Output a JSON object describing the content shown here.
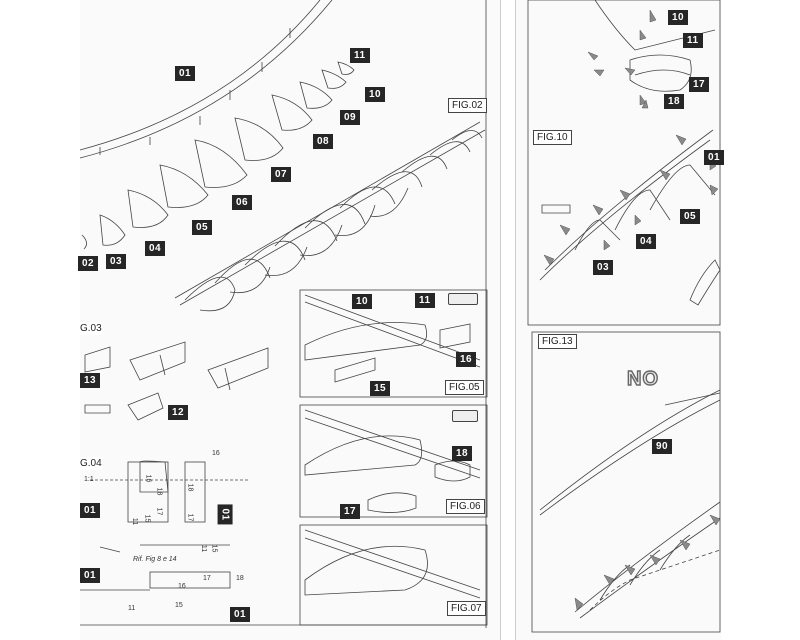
{
  "left_page": {
    "part_labels": {
      "p01_top": "01",
      "p02": "02",
      "p03": "03",
      "p04": "04",
      "p05": "05",
      "p06": "06",
      "p07": "07",
      "p08": "08",
      "p09": "09",
      "p10": "10",
      "p11": "11",
      "p10_fig05": "10",
      "p11_fig05": "11",
      "p15_fig05": "15",
      "p16_fig05": "16",
      "p13_fig03": "13",
      "p12_fig03": "12",
      "p18_fig06": "18",
      "p17_fig06": "17",
      "p01_a": "01",
      "p01_b": "01",
      "p01_c": "01",
      "p01_d": "01"
    },
    "figure_captions": {
      "fig02": "FIG.02",
      "fig03": "G.03",
      "fig04": "G.04",
      "fig05": "FIG.05",
      "fig06": "FIG.06",
      "fig07": "FIG.07"
    },
    "fig04_annotations": {
      "scale": "1:1",
      "ref": "Rif. Fig 8 e 14",
      "n16_a": "16",
      "n18_a": "18",
      "n17_a": "17",
      "n15_a": "15",
      "n11_a": "11",
      "n16_b": "16",
      "n18_b": "18",
      "n17_b": "17",
      "n11_b": "11",
      "n15_b": "15",
      "n17_c": "17",
      "n18_c": "18",
      "n11_c": "11",
      "n15_c": "15",
      "n16_c": "16"
    }
  },
  "right_page": {
    "part_labels": {
      "p10": "10",
      "p11": "11",
      "p17": "17",
      "p18": "18",
      "p01": "01",
      "p05": "05",
      "p04": "04",
      "p03": "03",
      "p90": "90"
    },
    "figure_captions": {
      "fig10": "FIG.10",
      "fig13": "FIG.13"
    },
    "stamp": "NO"
  },
  "colors": {
    "label_bg": "#262626",
    "label_fg": "#ffffff",
    "arrow_gray": "#8a8a8a",
    "line": "#444444",
    "background": "#ffffff"
  }
}
